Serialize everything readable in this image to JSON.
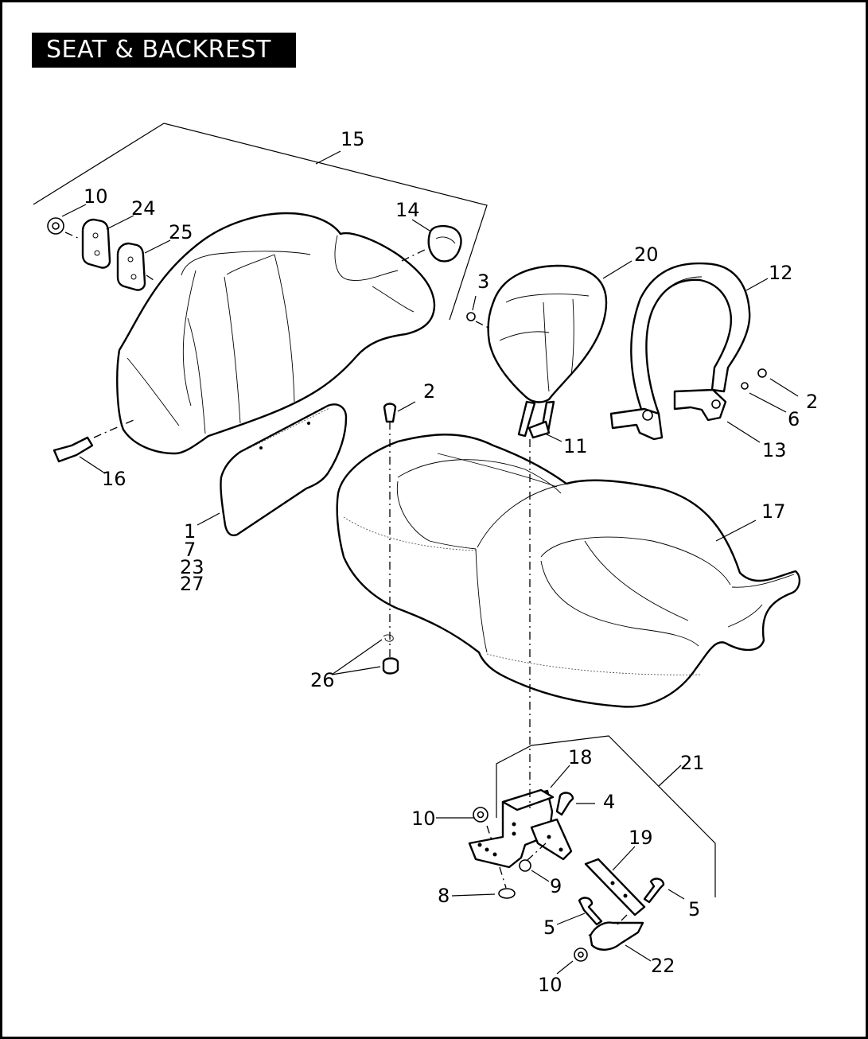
{
  "title": "SEAT & BACKREST",
  "callouts": {
    "c15": "15",
    "c10a": "10",
    "c24": "24",
    "c25": "25",
    "c14": "14",
    "c3": "3",
    "c20": "20",
    "c12": "12",
    "c2a": "2",
    "c2b": "2",
    "c6": "6",
    "c13": "13",
    "c11": "11",
    "c16": "16",
    "c17": "17",
    "c1": "1",
    "c7": "7",
    "c23": "23",
    "c27": "27",
    "c26": "26",
    "c18": "18",
    "c21": "21",
    "c4": "4",
    "c10b": "10",
    "c19": "19",
    "c9": "9",
    "c8": "8",
    "c5a": "5",
    "c5b": "5",
    "c22": "22",
    "c10c": "10"
  }
}
